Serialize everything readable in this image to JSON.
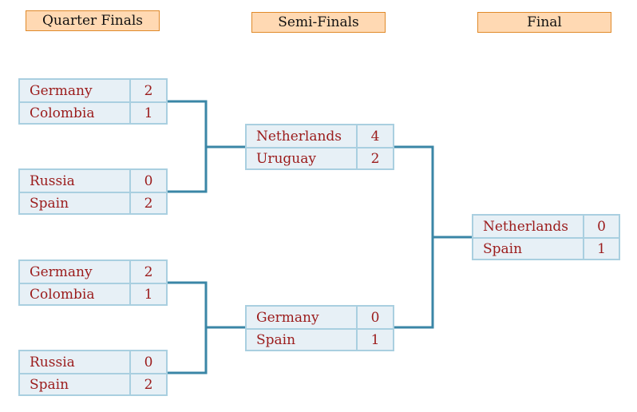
{
  "headers": {
    "quarter_finals": "Quarter Finals",
    "semi_finals": "Semi-Finals",
    "final": "Final"
  },
  "quarter_finals": [
    {
      "teams": [
        {
          "name": "Germany",
          "score": "2"
        },
        {
          "name": "Colombia",
          "score": "1"
        }
      ]
    },
    {
      "teams": [
        {
          "name": "Russia",
          "score": "0"
        },
        {
          "name": "Spain",
          "score": "2"
        }
      ]
    },
    {
      "teams": [
        {
          "name": "Germany",
          "score": "2"
        },
        {
          "name": "Colombia",
          "score": "1"
        }
      ]
    },
    {
      "teams": [
        {
          "name": "Russia",
          "score": "0"
        },
        {
          "name": "Spain",
          "score": "2"
        }
      ]
    }
  ],
  "semi_finals": [
    {
      "teams": [
        {
          "name": "Netherlands",
          "score": "4"
        },
        {
          "name": "Uruguay",
          "score": "2"
        }
      ]
    },
    {
      "teams": [
        {
          "name": "Germany",
          "score": "0"
        },
        {
          "name": "Spain",
          "score": "1"
        }
      ]
    }
  ],
  "final": {
    "teams": [
      {
        "name": "Netherlands",
        "score": "0"
      },
      {
        "name": "Spain",
        "score": "1"
      }
    ]
  },
  "colors": {
    "header_fill": "#ffd9b3",
    "header_border": "#e08a2a",
    "box_fill": "#e7f0f6",
    "box_border": "#a9cfe0",
    "team_text": "#9b1b1b",
    "connector": "#3a86a6"
  }
}
